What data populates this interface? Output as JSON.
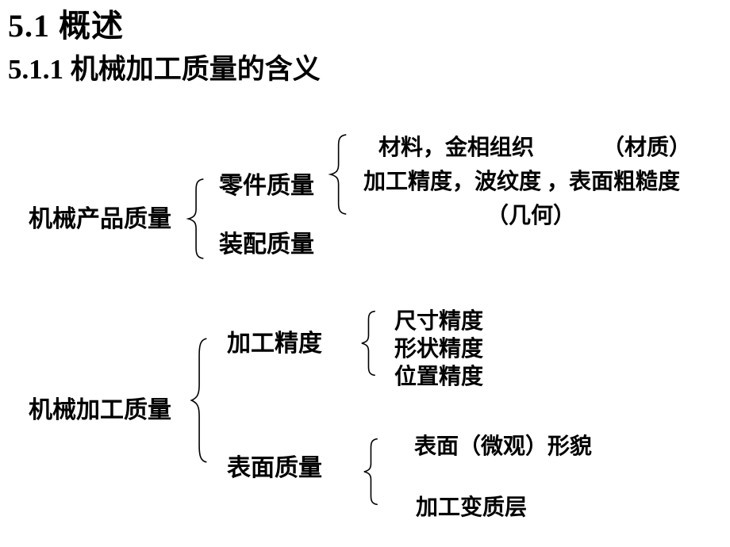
{
  "slide": {
    "title": "5.1  概述",
    "subtitle": "5.1.1 机械加工质量的含义"
  },
  "product_quality": {
    "root": "机械产品质量",
    "children": {
      "part": "零件质量",
      "assembly": "装配质量"
    },
    "part_details": {
      "line1": "材料，金相组织",
      "line1_note": "（材质）",
      "line2": "加工精度，波纹度 ，表面粗糙度",
      "line2_note": "（几何）"
    }
  },
  "machining_quality": {
    "root": "机械加工质量",
    "children": {
      "accuracy": "加工精度",
      "surface": "表面质量"
    },
    "accuracy_items": [
      "尺寸精度",
      "形状精度",
      "位置精度"
    ],
    "surface_items": [
      "表面（微观）形貌",
      "加工变质层"
    ]
  },
  "colors": {
    "text": "#000000",
    "background": "#ffffff"
  }
}
